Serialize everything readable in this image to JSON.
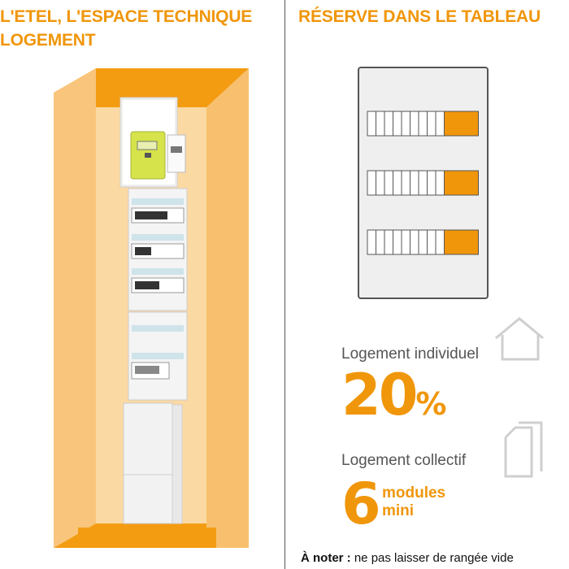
{
  "left_panel": {
    "title_line1": "L'ETEL, L'ESPACE TECHNIQUE",
    "title_line2": "LOGEMENT",
    "illustration": "etel-cabinet-illustration"
  },
  "right_panel": {
    "title": "RÉSERVE DANS LE TABLEAU",
    "rows": [
      {
        "white_modules": 9,
        "orange_reserve": true
      },
      {
        "white_modules": 9,
        "orange_reserve": true
      },
      {
        "white_modules": 9,
        "orange_reserve": true
      }
    ],
    "individuel": {
      "label": "Logement individuel",
      "value": "20",
      "unit": "%",
      "icon": "house-icon"
    },
    "collectif": {
      "label": "Logement collectif",
      "value": "6",
      "unit_line1": "modules",
      "unit_line2": "mini",
      "icon": "stacked-pages-icon"
    },
    "note": {
      "bold": "À noter :",
      "text": " ne pas laisser de rangée vide"
    }
  },
  "colors": {
    "accent": "#f0960a",
    "text_gray": "#555555"
  }
}
